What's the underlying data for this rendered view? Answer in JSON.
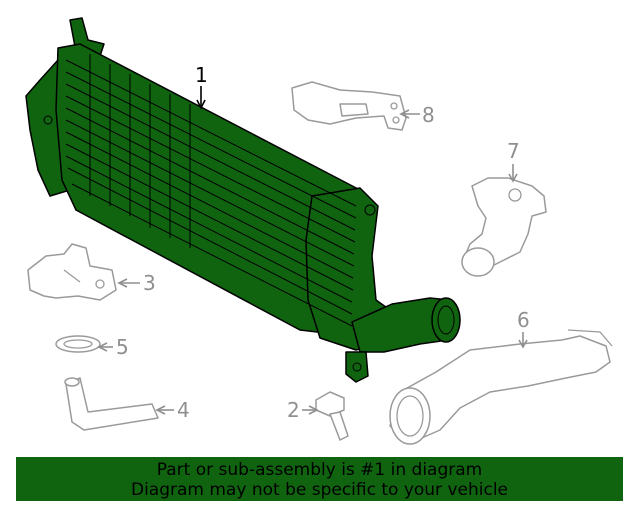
{
  "callouts": {
    "c1": "1",
    "c2": "2",
    "c3": "3",
    "c4": "4",
    "c5": "5",
    "c6": "6",
    "c7": "7",
    "c8": "8"
  },
  "banner": {
    "line1": "Part or sub-assembly is #1 in diagram",
    "line2": "Diagram may not be specific to your vehicle"
  },
  "colors": {
    "highlight": "#106410",
    "outline": "#000000",
    "other_parts": "#9a9a9a",
    "background": "#ffffff"
  },
  "highlighted_part": "1"
}
